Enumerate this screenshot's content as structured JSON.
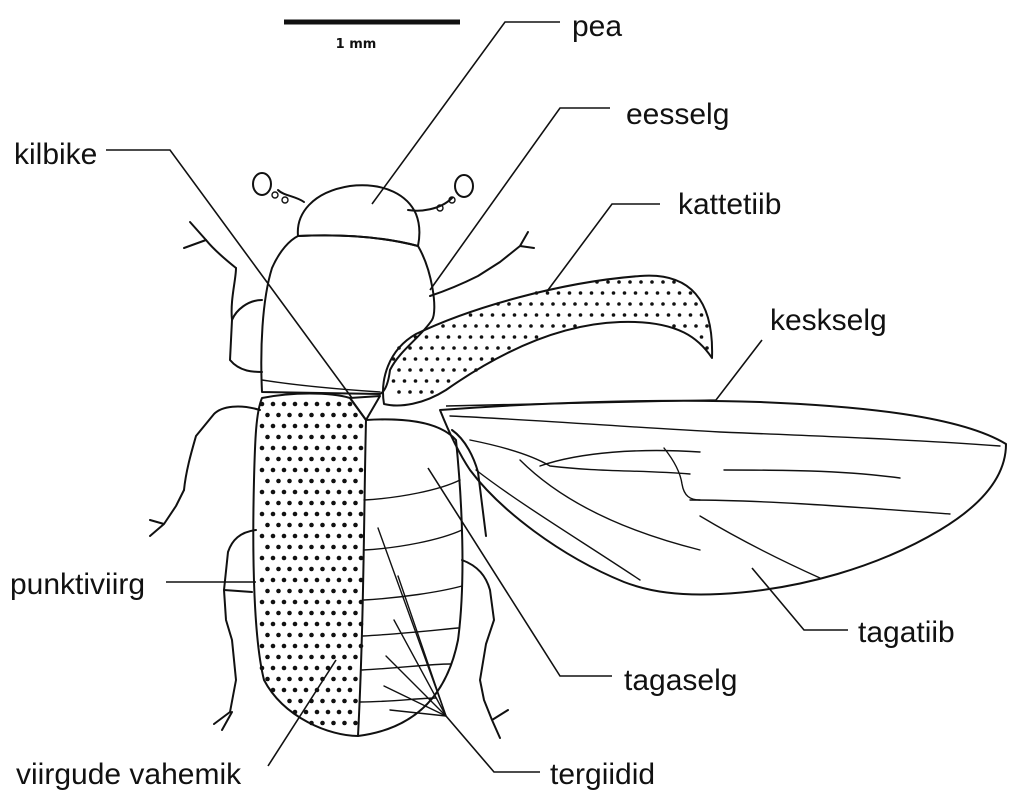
{
  "scale_bar": {
    "label": "1 mm"
  },
  "labels": {
    "pea": "pea",
    "eesselg": "eesselg",
    "kilbike": "kilbike",
    "kattetiib": "kattetiib",
    "keskselg": "keskselg",
    "punktiviirg": "punktiviirg",
    "tagatiib": "tagatiib",
    "tagaselg": "tagaselg",
    "viirgude_vahemik": "viirgude vahemik",
    "tergiidid": "tergiidid"
  },
  "colors": {
    "ink": "#111111",
    "background": "#ffffff"
  }
}
